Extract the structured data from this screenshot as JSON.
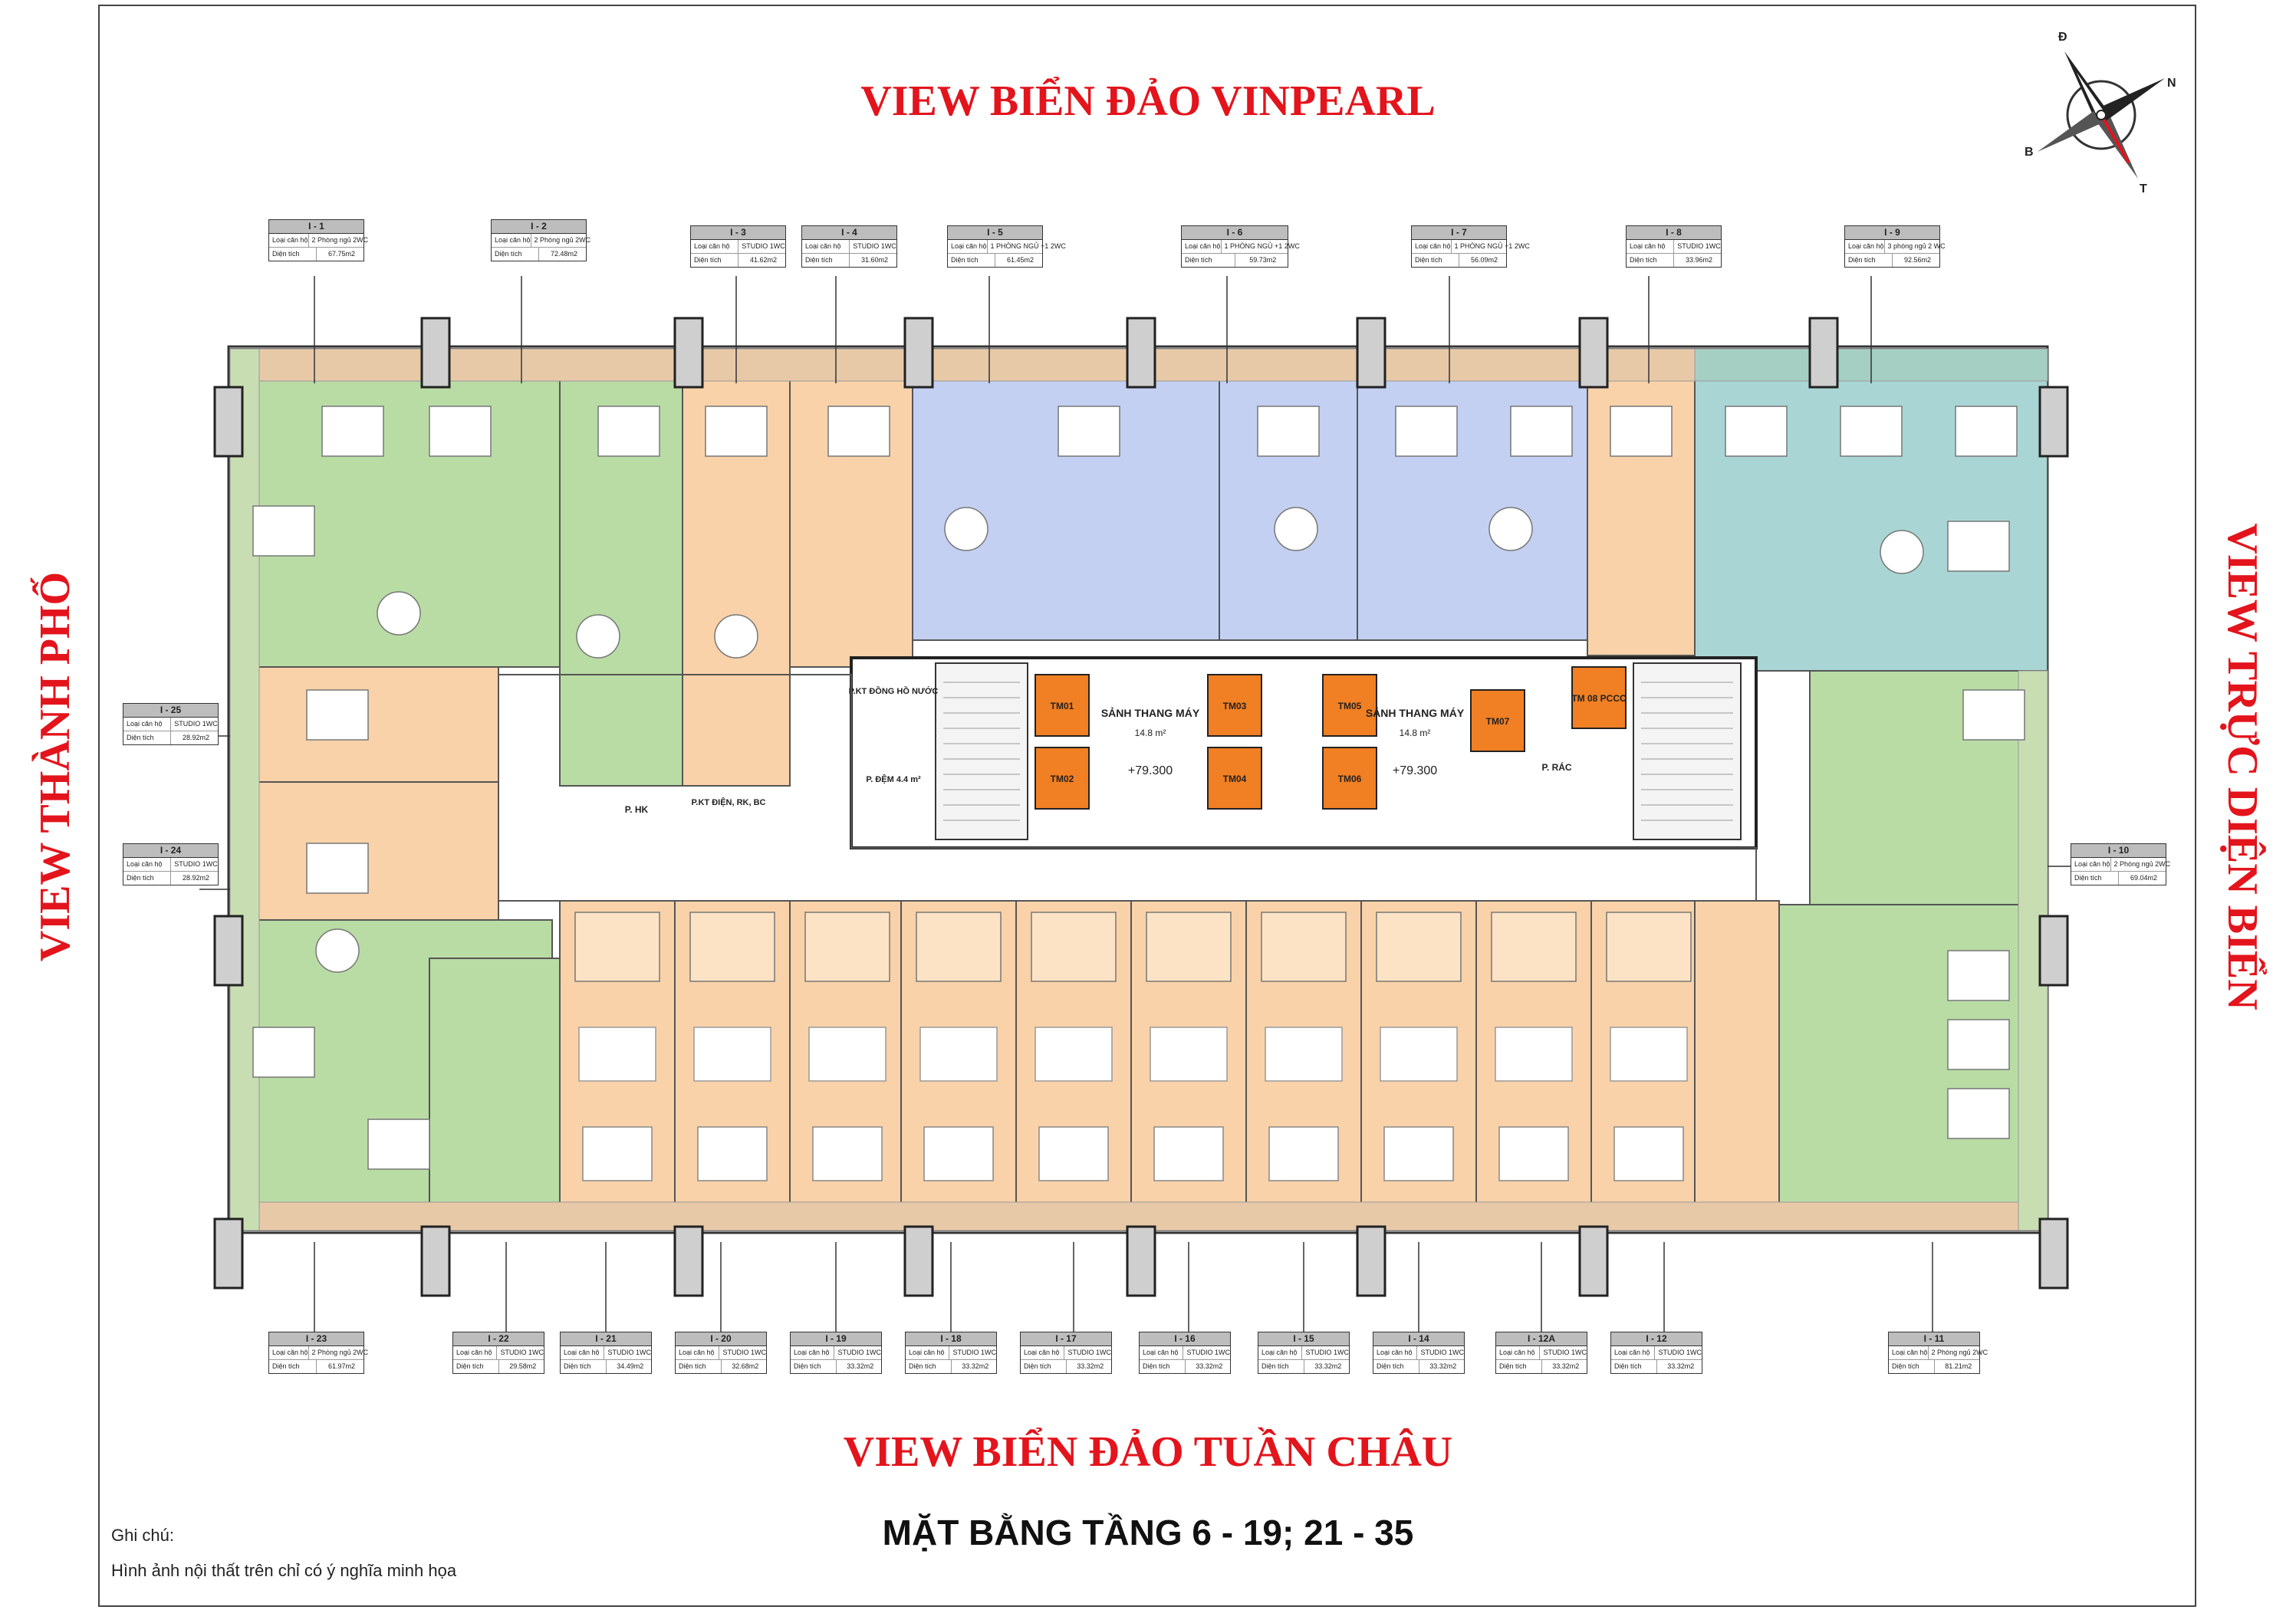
{
  "titles": {
    "top_view": "VIEW BIỂN ĐẢO VINPEARL",
    "bottom_view": "VIEW BIỂN ĐẢO TUẦN CHÂU",
    "left_view": "VIEW THÀNH PHỐ",
    "right_view": "VIEW TRỰC DIỆN BIỂN",
    "floor_plan": "MẶT BẰNG TẦNG 6 - 19; 21 - 35"
  },
  "note": {
    "label": "Ghi chú:",
    "text": "Hình ảnh nội thất trên chỉ có ý nghĩa minh họa"
  },
  "compass": {
    "labels": [
      "Đ",
      "N",
      "B",
      "T"
    ]
  },
  "unit_fields": {
    "type_label": "Loại căn hộ",
    "area_label": "Diện tích"
  },
  "units": [
    {
      "id": "I - 1",
      "type": "2 Phòng ngủ 2WC",
      "area": "67.75m2"
    },
    {
      "id": "I - 2",
      "type": "2 Phòng ngủ 2WC",
      "area": "72.48m2"
    },
    {
      "id": "I - 3",
      "type": "STUDIO 1WC",
      "area": "41.62m2"
    },
    {
      "id": "I - 4",
      "type": "STUDIO 1WC",
      "area": "31.60m2"
    },
    {
      "id": "I - 5",
      "type": "1 PHÒNG NGỦ +1 2WC",
      "area": "61.45m2"
    },
    {
      "id": "I - 6",
      "type": "1 PHÒNG NGỦ +1 2WC",
      "area": "59.73m2"
    },
    {
      "id": "I - 7",
      "type": "1 PHÒNG NGỦ +1 2WC",
      "area": "56.09m2"
    },
    {
      "id": "I - 8",
      "type": "STUDIO 1WC",
      "area": "33.96m2"
    },
    {
      "id": "I - 9",
      "type": "3 phòng ngủ 2 WC",
      "area": "92.56m2"
    },
    {
      "id": "I - 10",
      "type": "2 Phòng ngủ 2WC",
      "area": "69.04m2"
    },
    {
      "id": "I - 11",
      "type": "2 Phòng ngủ 2WC",
      "area": "81.21m2"
    },
    {
      "id": "I - 12",
      "type": "STUDIO 1WC",
      "area": "33.32m2"
    },
    {
      "id": "I - 12A",
      "type": "STUDIO 1WC",
      "area": "33.32m2"
    },
    {
      "id": "I - 14",
      "type": "STUDIO 1WC",
      "area": "33.32m2"
    },
    {
      "id": "I - 15",
      "type": "STUDIO 1WC",
      "area": "33.32m2"
    },
    {
      "id": "I - 16",
      "type": "STUDIO 1WC",
      "area": "33.32m2"
    },
    {
      "id": "I - 17",
      "type": "STUDIO 1WC",
      "area": "33.32m2"
    },
    {
      "id": "I - 18",
      "type": "STUDIO 1WC",
      "area": "33.32m2"
    },
    {
      "id": "I - 19",
      "type": "STUDIO 1WC",
      "area": "33.32m2"
    },
    {
      "id": "I - 20",
      "type": "STUDIO 1WC",
      "area": "32.68m2"
    },
    {
      "id": "I - 21",
      "type": "STUDIO 1WC",
      "area": "34.49m2"
    },
    {
      "id": "I - 22",
      "type": "STUDIO 1WC",
      "area": "29.58m2"
    },
    {
      "id": "I - 23",
      "type": "2 Phòng ngủ 2WC",
      "area": "61.97m2"
    },
    {
      "id": "I - 24",
      "type": "STUDIO 1WC",
      "area": "28.92m2"
    },
    {
      "id": "I - 25",
      "type": "STUDIO 1WC",
      "area": "28.92m2"
    }
  ],
  "core": {
    "lifts": [
      "TM01",
      "TM02",
      "TM03",
      "TM04",
      "TM05",
      "TM06",
      "TM07",
      "TM 08 PCCC"
    ],
    "lobby_label": "SẢNH THANG MÁY",
    "lobby_area": "14.8 m²",
    "level": "+79.300",
    "rooms": [
      "P.KT ĐỒNG HỒ NƯỚC",
      "P. ĐỆM 4.4 m²",
      "P. RÁC",
      "P. HK",
      "P.KT ĐIỆN, RK, BC"
    ]
  },
  "colors": {
    "green": "#b9dca5",
    "orange": "#f9d2a9",
    "blue": "#c3d0f2",
    "teal": "#a9d6d4",
    "lift": "#f17f23",
    "title_red": "#e3141c",
    "wall": "#222222"
  }
}
